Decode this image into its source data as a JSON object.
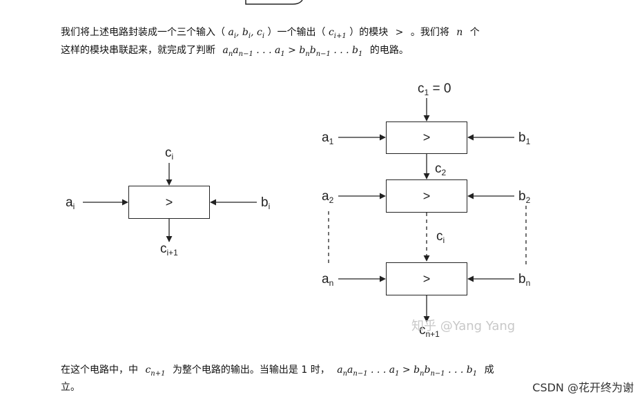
{
  "paragraph1": {
    "line1_part1": "我们将上述电路封装成一个三个输入（",
    "inputs_math": "a_i, b_i, c_i",
    "line1_part2": "）一个输出（",
    "output_math": "c_{i+1}",
    "line1_part3": "）的模块",
    "gt": ">",
    "line1_part4": "。我们将",
    "n": "n",
    "line1_part5": "个",
    "line2_part1": "这样的模块串联起来，就完成了判断",
    "line2_part2": "的电路。"
  },
  "paragraph2": {
    "part1": "在这个电路中，中",
    "part2": "为整个电路的输出。当输出是 1 时，",
    "part3": "成",
    "part4": "立。"
  },
  "diagram_single": {
    "module_symbol": ">",
    "input_a": "a",
    "input_a_sub": "i",
    "input_b": "b",
    "input_b_sub": "i",
    "carry_in": "c",
    "carry_in_sub": "i",
    "carry_out": "c",
    "carry_out_sub": "i+1"
  },
  "diagram_chain": {
    "top_carry": "c",
    "top_carry_sub": "1",
    "top_carry_value": "= 0",
    "modules": [
      {
        "symbol": ">",
        "a": "a",
        "a_sub": "1",
        "b": "b",
        "b_sub": "1"
      },
      {
        "symbol": ">",
        "a": "a",
        "a_sub": "2",
        "b": "b",
        "b_sub": "2"
      },
      {
        "symbol": ">",
        "a": "a",
        "a_sub": "n",
        "b": "b",
        "b_sub": "n"
      }
    ],
    "carry_mid1": "c",
    "carry_mid1_sub": "2",
    "carry_mid2": "c",
    "carry_mid2_sub": "i",
    "carry_out": "c",
    "carry_out_sub": "n+1"
  },
  "watermark": "知乎 @Yang Yang",
  "csdn_watermark": "CSDN @花开终为谢"
}
